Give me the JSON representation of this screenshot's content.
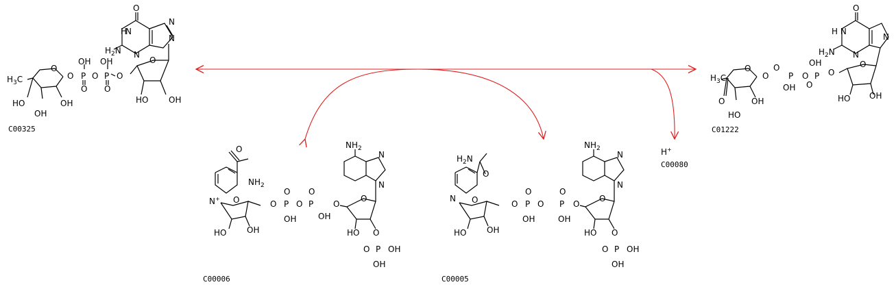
{
  "colors": {
    "arrow": "#e02020",
    "structure": "#000000"
  },
  "compounds": [
    {
      "id": "C00325",
      "role": "substrate"
    },
    {
      "id": "C01222",
      "role": "product"
    },
    {
      "id": "C00006",
      "role": "cofactor"
    },
    {
      "id": "C00005",
      "role": "cofactor"
    },
    {
      "id": "C00080",
      "role": "product",
      "formula": "H+"
    }
  ],
  "atom_labels": {
    "O": "O",
    "OH": "OH",
    "HO": "HO",
    "NH": "N",
    "H": "H",
    "N": "N",
    "P": "P",
    "H3C": "H3C",
    "NH2": "NH2",
    "H2N": "H2N",
    "Nplus": "N+"
  }
}
